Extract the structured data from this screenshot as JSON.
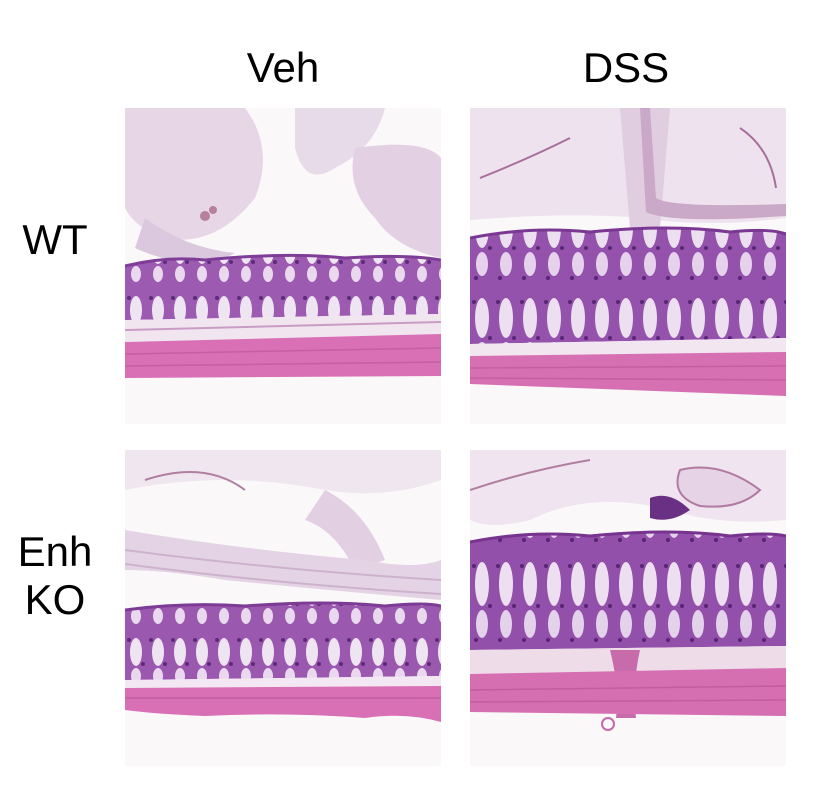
{
  "figure": {
    "column_labels": [
      "Veh",
      "DSS"
    ],
    "row_labels": [
      {
        "line1": "WT",
        "line2": ""
      },
      {
        "line1": "Enh",
        "line2": "KO"
      }
    ],
    "panels": [
      {
        "row": "WT",
        "column": "Veh",
        "image": "he-stain-colon-section"
      },
      {
        "row": "WT",
        "column": "DSS",
        "image": "he-stain-colon-section"
      },
      {
        "row": "Enh KO",
        "column": "Veh",
        "image": "he-stain-colon-section"
      },
      {
        "row": "Enh KO",
        "column": "DSS",
        "image": "he-stain-colon-section"
      }
    ],
    "colors": {
      "background": "#ffffff",
      "mucosa": "#9c5ab0",
      "muscle": "#d96fb5",
      "goblet": "#efe4f2",
      "lumen_debris": "#e6d6e6"
    }
  }
}
